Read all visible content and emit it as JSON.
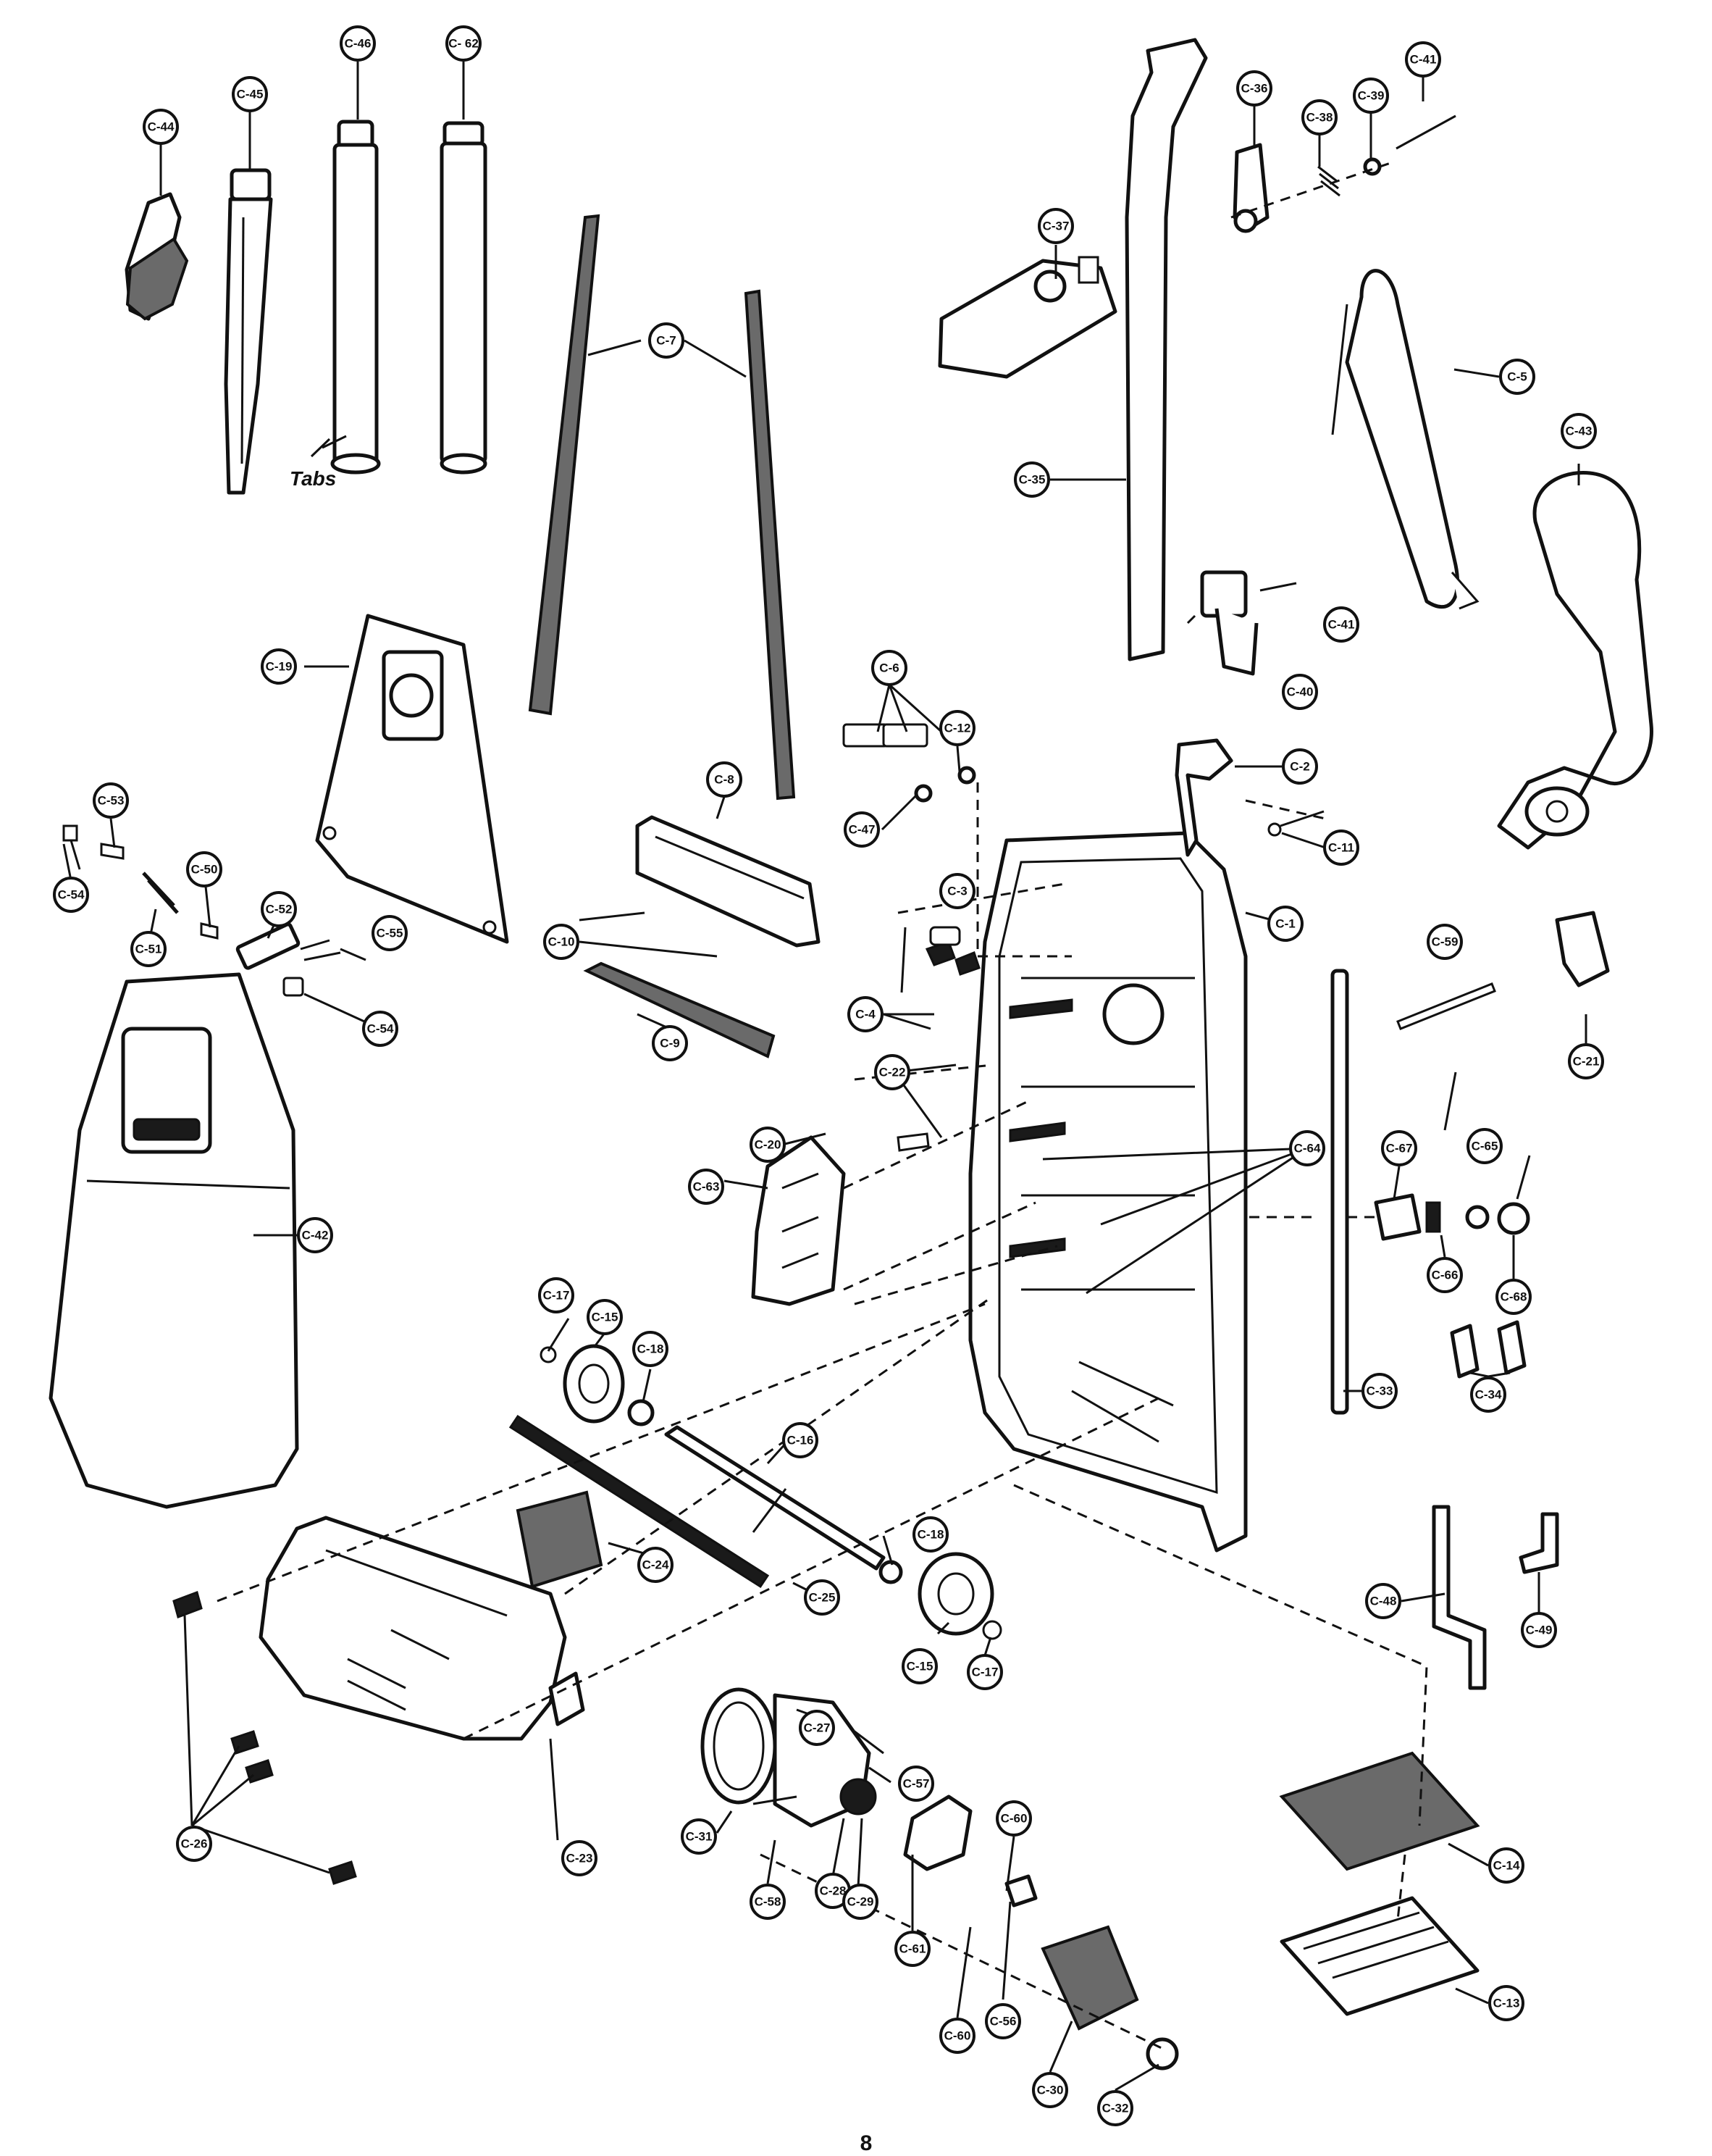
{
  "diagram": {
    "annotation_tabs": "Tabs",
    "page_number": "8",
    "callouts": [
      "C-1",
      "C-2",
      "C-3",
      "C-4",
      "C-5",
      "C-6",
      "C-7",
      "C-8",
      "C-9",
      "C-10",
      "C-11",
      "C-12",
      "C-13",
      "C-14",
      "C-15",
      "C-15",
      "C-16",
      "C-17",
      "C-17",
      "C-18",
      "C-18",
      "C-19",
      "C-20",
      "C-21",
      "C-22",
      "C-23",
      "C-24",
      "C-25",
      "C-26",
      "C-27",
      "C-28",
      "C-29",
      "C-30",
      "C-31",
      "C-32",
      "C-33",
      "C-34",
      "C-35",
      "C-36",
      "C-37",
      "C-38",
      "C-39",
      "C-40",
      "C-41",
      "C-41",
      "C-42",
      "C-43",
      "C-44",
      "C-45",
      "C-46",
      "C- 62",
      "C-47",
      "C-48",
      "C-49",
      "C-50",
      "C-51",
      "C-52",
      "C-53",
      "C-54",
      "C-54",
      "C-55",
      "C-56",
      "C-57",
      "C-58",
      "C-59",
      "C-60",
      "C-60",
      "C-61",
      "C-63",
      "C-64",
      "C-65",
      "C-66",
      "C-67",
      "C-68"
    ]
  }
}
